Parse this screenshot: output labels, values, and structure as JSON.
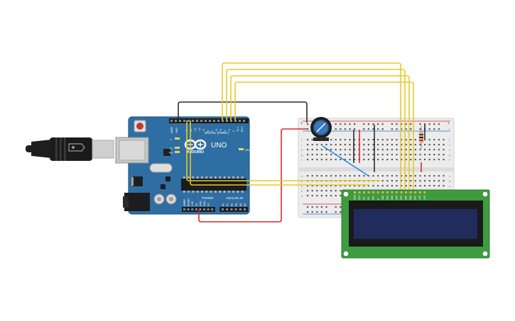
{
  "arduino": {
    "brand": "ARDUINO",
    "model": "UNO",
    "digital_label": "DIGITAL (PWM~)",
    "power_label": "POWER",
    "analog_label": "ANALOG IN",
    "aref_label": "AREF",
    "gnd_label": "GND",
    "led_l": "L",
    "led_tx": "TX",
    "led_rx": "RX",
    "on_label": "ON",
    "digital_pins": [
      "13",
      "12",
      "~11",
      "~10",
      "~9",
      "8",
      "7",
      "~6",
      "~5",
      "4",
      "~3",
      "2",
      "TX 1",
      "RX 0"
    ],
    "power_pins": [
      "IOREF",
      "RESET",
      "3.3V",
      "5V",
      "GND",
      "GND",
      "Vin"
    ],
    "analog_pins": [
      "A0",
      "A1",
      "A2",
      "A3",
      "A4",
      "A5"
    ]
  },
  "breadboard": {
    "row_letters_top": [
      "j",
      "i",
      "h",
      "g",
      "f"
    ],
    "row_letters_bottom": [
      "e",
      "d",
      "c",
      "b",
      "a"
    ],
    "rail_plus": "+",
    "rail_minus": "−"
  },
  "lcd": {
    "pin_labels": [
      "GND",
      "VCC",
      "V0",
      "RS",
      "RW",
      "E",
      "DB0",
      "DB1",
      "DB2",
      "DB3",
      "DB4",
      "DB5",
      "DB6",
      "DB7",
      "LED",
      "LED"
    ]
  },
  "colors": {
    "board": "#2f6ea3",
    "wire_signal": "#e8c927",
    "wire_power": "#d82a2a",
    "wire_ground": "#2b2b2b",
    "wire_wiper": "#1f8fd6",
    "lcd_pcb": "#3f9b3f",
    "lcd_screen": "#1f2c5c"
  }
}
